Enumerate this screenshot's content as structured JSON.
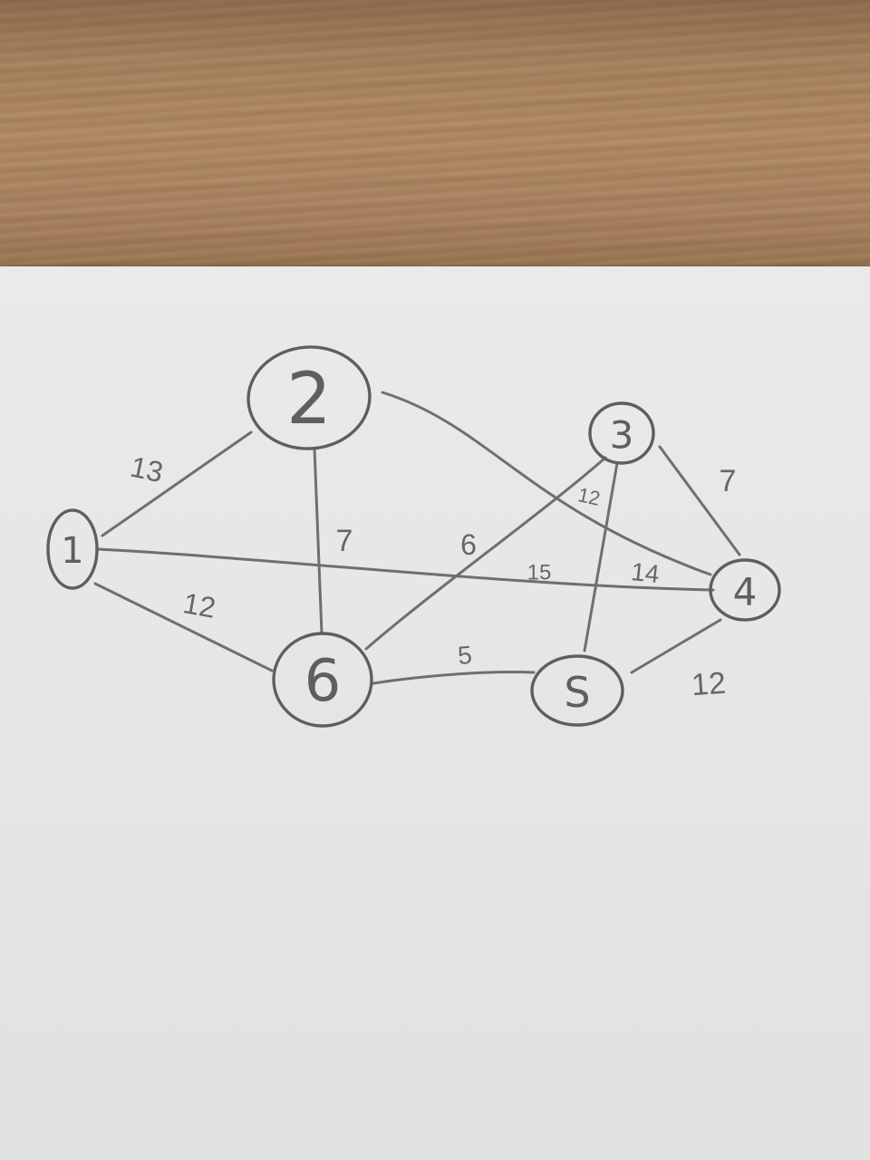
{
  "colors": {
    "paper": "#e6e8e6",
    "pencil": "#6f6f6f",
    "table_wood": "#ab8562"
  },
  "graph": {
    "nodes": [
      {
        "id": "1",
        "label": "1"
      },
      {
        "id": "2",
        "label": "2"
      },
      {
        "id": "3",
        "label": "3"
      },
      {
        "id": "4",
        "label": "4"
      },
      {
        "id": "5",
        "label": "S"
      },
      {
        "id": "6",
        "label": "6"
      }
    ],
    "edges": [
      {
        "from": "1",
        "to": "2",
        "weight": "13"
      },
      {
        "from": "1",
        "to": "6",
        "weight": "12"
      },
      {
        "from": "1",
        "to": "4",
        "weight": "15"
      },
      {
        "from": "2",
        "to": "6",
        "weight": "7"
      },
      {
        "from": "2",
        "to": "4",
        "weight": "14"
      },
      {
        "from": "3",
        "to": "6",
        "weight": "6"
      },
      {
        "from": "3",
        "to": "5",
        "weight": "12"
      },
      {
        "from": "3",
        "to": "4",
        "weight": "7"
      },
      {
        "from": "6",
        "to": "5",
        "weight": "5"
      },
      {
        "from": "5",
        "to": "4",
        "weight": "12"
      }
    ]
  }
}
